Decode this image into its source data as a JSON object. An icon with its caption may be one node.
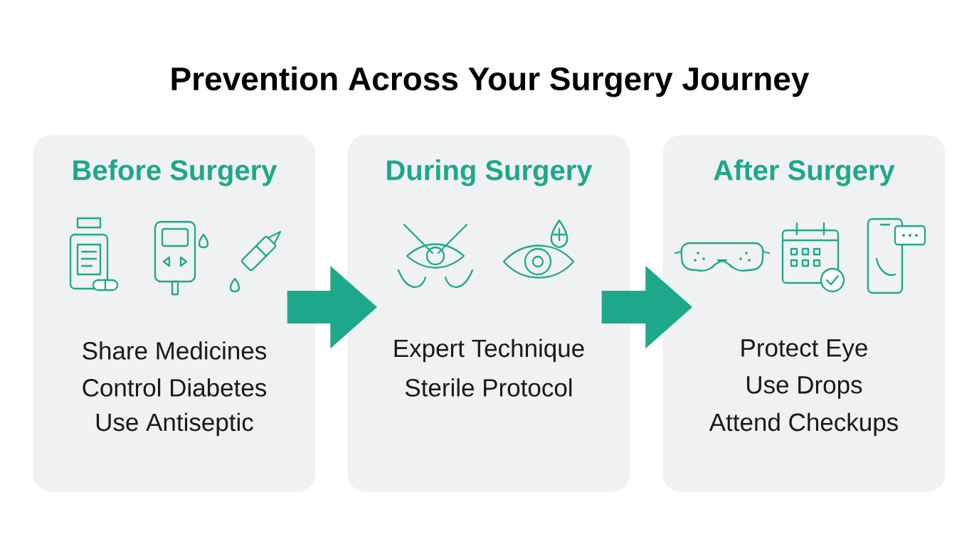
{
  "diagram": {
    "title": "Prevention Across Your Surgery Journey",
    "nodes": [
      {
        "text": [
          "Before Surgery",
          "Share Medicines",
          "Control Diabetes",
          "Use Antiseptic"
        ]
      },
      {
        "text": [
          "During Surgery",
          "Expert Technique",
          "Sterile Protocol"
        ]
      },
      {
        "text": [
          "After Surgery",
          "Protect Eye",
          "Use Drops",
          "Attend Checkups"
        ]
      }
    ],
    "edges": [
      {
        "from": 0,
        "to": 1,
        "arrow": "to"
      },
      {
        "from": 1,
        "to": 2,
        "arrow": "to"
      }
    ]
  }
}
